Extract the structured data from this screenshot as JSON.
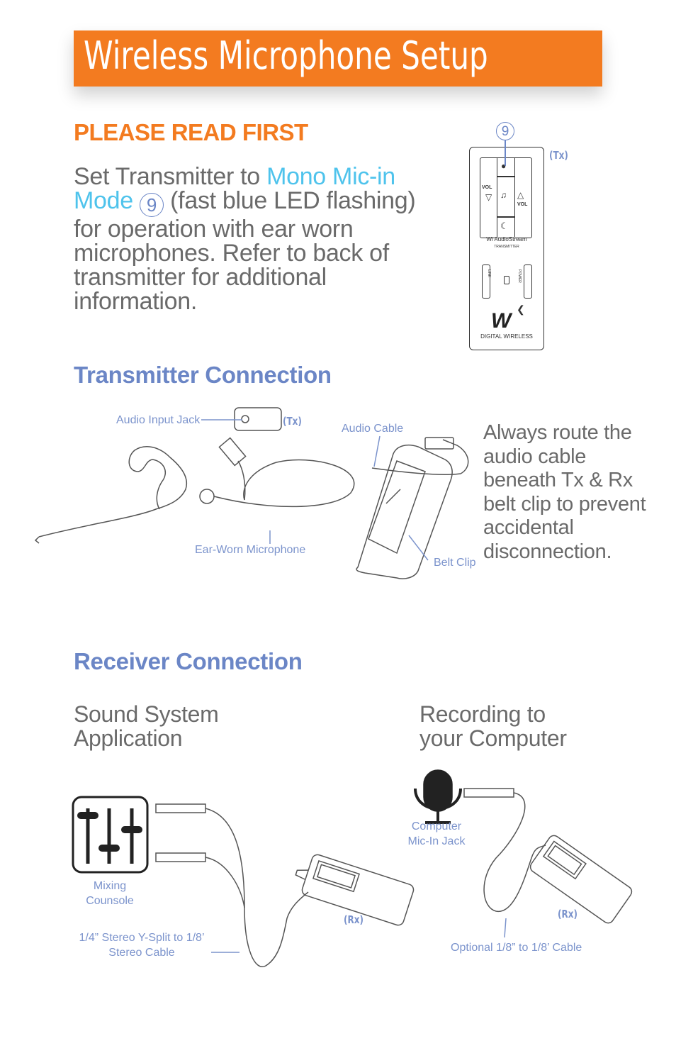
{
  "header": {
    "title": "Wireless Microphone Setup"
  },
  "intro": {
    "heading": "PLEASE READ FIRST",
    "text_before": "Set Transmitter to ",
    "highlight": "Mono Mic-in Mode",
    "mode_number": "9",
    "text_after": " (fast blue LED flashing) for operation with ear worn microphones. Refer to back of transmitter for additional information."
  },
  "transmitter_device": {
    "callout_number": "9",
    "tag": "(Tx)",
    "vol_left": "VOL",
    "vol_right": "VOL",
    "brand_line1": "Wi AudioStream",
    "brand_line2": "TRANSMITTER",
    "link_label": "LINK",
    "power_label": "POWER",
    "logo_text": "DIGITAL WIRELESS"
  },
  "transmitter_connection": {
    "heading": "Transmitter Connection",
    "audio_input_jack": "Audio Input Jack",
    "tx_tag": "(Tx)",
    "audio_cable": "Audio Cable",
    "ear_worn_microphone": "Ear-Worn Microphone",
    "belt_clip": "Belt Clip",
    "note": "Always route the audio cable beneath Tx & Rx belt clip to prevent accidental disconnection."
  },
  "receiver_connection": {
    "heading": "Receiver Connection",
    "sound_system": {
      "title": "Sound System Application",
      "mixing_label": "Mixing Counsole",
      "cable_label": "1/4” Stereo Y-Split to 1/8’ Stereo Cable",
      "rx_tag": "(Rx)"
    },
    "computer": {
      "title": "Recording to your Computer",
      "jack_label": "Computer Mic-In Jack",
      "cable_label": "Optional 1/8” to 1/8’ Cable",
      "rx_tag": "(Rx)"
    }
  }
}
